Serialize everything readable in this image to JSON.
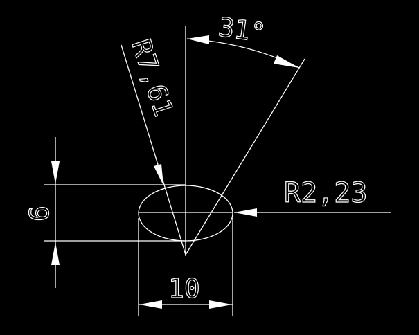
{
  "drawing": {
    "background": "#000000",
    "line_color": "#ffffff",
    "dimensions": {
      "angle": {
        "label": "31°",
        "value": 31,
        "unit": "deg"
      },
      "large_radius": {
        "label": "R7,61",
        "value": "7,61"
      },
      "small_radius": {
        "label": "R2,23",
        "value": "2,23"
      },
      "height": {
        "label": "6",
        "value": 6
      },
      "width": {
        "label": "10",
        "value": 10
      }
    }
  }
}
